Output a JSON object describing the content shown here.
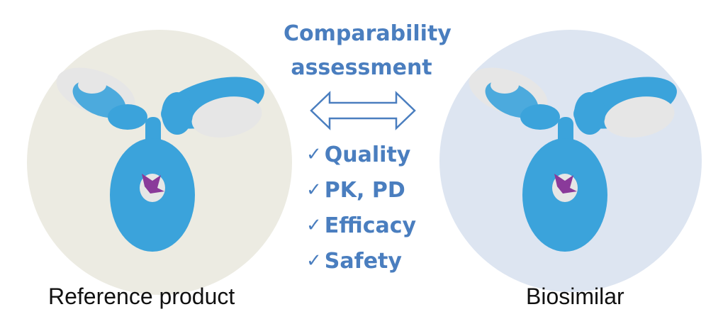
{
  "title_line1": "Comparability",
  "title_line2": "assessment",
  "checklist": [
    {
      "icon": "check-icon",
      "label": "Quality"
    },
    {
      "icon": "check-icon",
      "label": "PK, PD"
    },
    {
      "icon": "check-icon",
      "label": "Efficacy"
    },
    {
      "icon": "check-icon",
      "label": "Safety"
    }
  ],
  "left_caption": "Reference product",
  "right_caption": "Biosimilar",
  "check_symbol": "✓",
  "colors": {
    "accent": "#4a7ebf",
    "protein_heavy": "#3ba3db",
    "protein_light": "#e8e8e8",
    "glycan": "#8a3a9a",
    "left_bg": "#ecebe2",
    "right_bg": "#dde5f1"
  }
}
